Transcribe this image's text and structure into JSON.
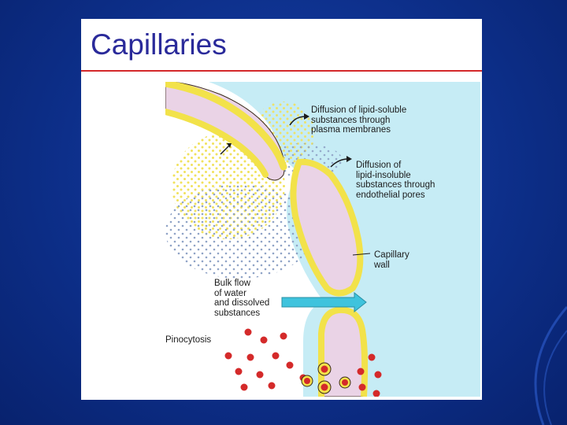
{
  "slide": {
    "title": "Capillaries",
    "colors": {
      "background": "#0d2f8a",
      "title": "#2a2a9a",
      "rule": "#d4282a"
    }
  },
  "diagram": {
    "labels": {
      "lipid_soluble": "Diffusion of lipid-soluble\nsubstances through\nplasma membranes",
      "lipid_insoluble": "Diffusion of\nlipid-insoluble\nsubstances through\nendothelial pores",
      "capillary_wall": "Capillary\nwall",
      "bulk_flow": "Bulk flow\nof water\nand dissolved\nsubstances",
      "pinocytosis": "Pinocytosis"
    },
    "colors": {
      "interstitial": "#c6ecf5",
      "capillary_lumen": "#ead3e6",
      "wall": "#f2e24a",
      "wall_edge": "#3b2a1a",
      "lipid_soluble_particles": "#f1e25c",
      "lipid_insoluble_particles": "#8fa3c6",
      "bulk_flow_arrow": "#3fc3dd",
      "vesicle_particles": "#d42a2a"
    }
  }
}
